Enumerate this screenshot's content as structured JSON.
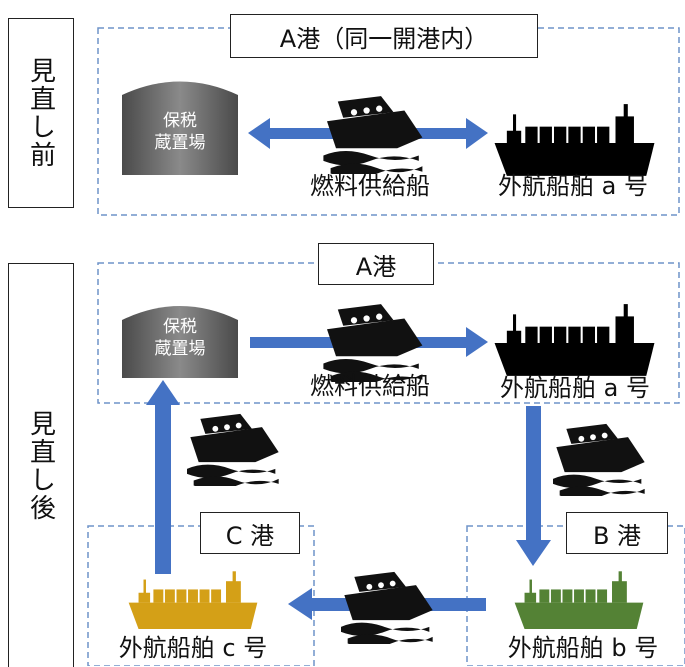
{
  "before": {
    "side_label": "見直し前",
    "port_title": "A港（同一開港内）",
    "warehouse_line1": "保税",
    "warehouse_line2": "蔵置場",
    "fuel_ship_label": "燃料供給船",
    "vessel_label": "外航船舶 a 号"
  },
  "after": {
    "side_label": "見直し後",
    "port_a": {
      "title": "A港",
      "warehouse_line1": "保税",
      "warehouse_line2": "蔵置場",
      "fuel_ship_label": "燃料供給船",
      "vessel_label": "外航船舶 a 号"
    },
    "port_b": {
      "title": "B 港",
      "vessel_label": "外航船舶 b 号"
    },
    "port_c": {
      "title": "C 港",
      "vessel_label": "外航船舶 c 号"
    }
  },
  "colors": {
    "dash_border": "#6f93c9",
    "arrow": "#4472c4",
    "warehouse": "#6b6b6b",
    "vessel_a": "#000000",
    "vessel_b": "#548235",
    "vessel_c": "#d4a017"
  },
  "icons": {
    "warehouse": "warehouse-tank-icon",
    "fuel_ship": "ferry-ship-icon",
    "cargo_ship": "cargo-ship-icon"
  }
}
